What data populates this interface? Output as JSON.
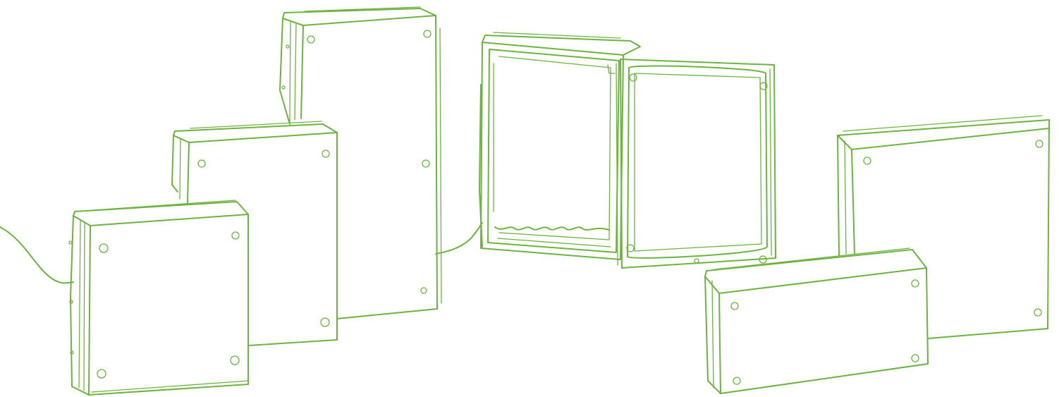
{
  "illustration": {
    "subject": "enclosure-boxes-sketch",
    "stroke_color": "#6cb33f",
    "background_color": "#ffffff",
    "items": [
      {
        "id": "box-small-front"
      },
      {
        "id": "box-medium"
      },
      {
        "id": "box-tall"
      },
      {
        "id": "box-open-frame"
      },
      {
        "id": "box-open-lid"
      },
      {
        "id": "box-wide-back"
      },
      {
        "id": "box-wide-front"
      }
    ]
  }
}
